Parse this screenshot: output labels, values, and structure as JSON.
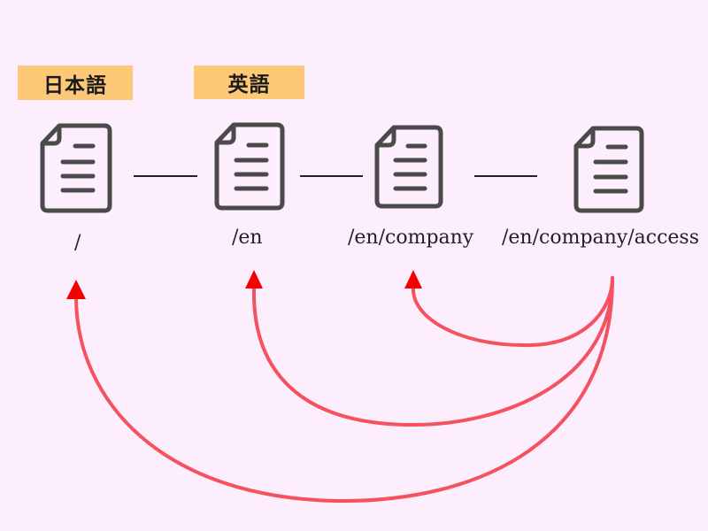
{
  "languages": [
    {
      "label": "日本語",
      "color": "#fdc878"
    },
    {
      "label": "英語",
      "color": "#fdc878"
    }
  ],
  "pages": [
    {
      "path": "/",
      "icon": "document-icon"
    },
    {
      "path": "/en",
      "icon": "document-icon"
    },
    {
      "path": "/en/company",
      "icon": "document-icon"
    },
    {
      "path": "/en/company/access",
      "icon": "document-icon"
    }
  ],
  "colors": {
    "background": "#fdeefd",
    "icon_stroke": "#4a4a4a",
    "arrow": "#f5515e",
    "connector": "#222222"
  }
}
